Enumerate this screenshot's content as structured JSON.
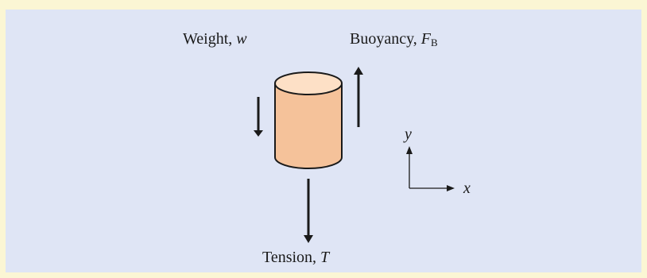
{
  "labels": {
    "weight": "Weight, ",
    "weight_symbol": "w",
    "buoyancy": "Buoyancy, ",
    "buoyancy_symbol": "F",
    "buoyancy_subscript": "B",
    "tension": "Tension, ",
    "tension_symbol": "T",
    "axis_y": "y",
    "axis_x": "x"
  },
  "colors": {
    "background_outer": "#fbf6d4",
    "background_panel": "#dfe5f5",
    "cylinder_body": "#f5c29a",
    "cylinder_top": "#fde0c6",
    "stroke": "#1a1a1a"
  }
}
